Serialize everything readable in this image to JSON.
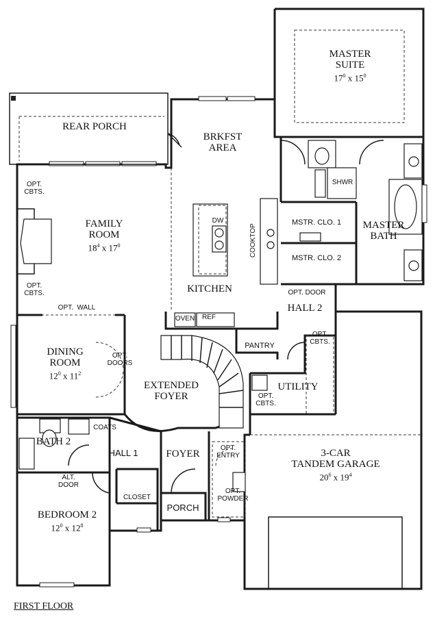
{
  "floor_label": "FIRST FLOOR",
  "rooms": {
    "master_suite": {
      "name_line1": "MASTER",
      "name_line2": "SUITE",
      "dim_a": "17",
      "dim_a_sup": "0",
      "dim_b": "15",
      "dim_b_sup": "0"
    },
    "rear_porch": {
      "name": "REAR PORCH"
    },
    "brkfst": {
      "name_line1": "BRKFST",
      "name_line2": "AREA"
    },
    "shwr": {
      "name": "SHWR"
    },
    "family_room": {
      "name_line1": "FAMILY",
      "name_line2": "ROOM",
      "dim_a": "18",
      "dim_a_sup": "4",
      "dim_b": "17",
      "dim_b_sup": "0"
    },
    "mstr_clo_1": {
      "name": "MSTR. CLO. 1"
    },
    "mstr_clo_2": {
      "name": "MSTR. CLO. 2"
    },
    "master_bath": {
      "name_line1": "MASTER",
      "name_line2": "BATH"
    },
    "kitchen": {
      "name": "KITCHEN"
    },
    "hall_2": {
      "name": "HALL 2"
    },
    "dining_room": {
      "name_line1": "DINING",
      "name_line2": "ROOM",
      "dim_a": "12",
      "dim_a_sup": "0",
      "dim_b": "11",
      "dim_b_sup": "2"
    },
    "extended_foyer": {
      "name_line1": "EXTENDED",
      "name_line2": "FOYER"
    },
    "pantry": {
      "name": "PANTRY"
    },
    "utility": {
      "name": "UTILITY"
    },
    "bath_2": {
      "name": "BATH 2"
    },
    "hall_1": {
      "name": "HALL 1"
    },
    "foyer": {
      "name": "FOYER"
    },
    "garage": {
      "name_line1": "3-CAR",
      "name_line2": "TANDEM GARAGE",
      "dim_a": "20",
      "dim_a_sup": "6",
      "dim_b": "19",
      "dim_b_sup": "4"
    },
    "bedroom_2": {
      "name": "BEDROOM 2",
      "dim_a": "12",
      "dim_a_sup": "0",
      "dim_b": "12",
      "dim_b_sup": "8"
    },
    "closet": {
      "name": "CLOSET"
    },
    "porch": {
      "name": "PORCH"
    }
  },
  "notes": {
    "opt_cbts_1": "OPT.\nCBTS.",
    "opt_cbts_2": "OPT.\nCBTS.",
    "opt_wall": "OPT.  WALL",
    "opt_door": "OPT. DOOR",
    "dw": "DW",
    "cooktop": "COOKTOP",
    "oven": "OVEN",
    "ref": "REF",
    "opt_cbts_3": "OPT.\nCBTS.",
    "opt_doors": "OPT.\nDOORS",
    "opt_cbts_4": "OPT.\nCBTS.",
    "coats": "COATS",
    "opt_entry": "OPT.\nENTRY",
    "alt_door": "ALT.\nDOOR",
    "opt_powder": "OPT.\nPOWDER"
  },
  "dim_separator": "x"
}
